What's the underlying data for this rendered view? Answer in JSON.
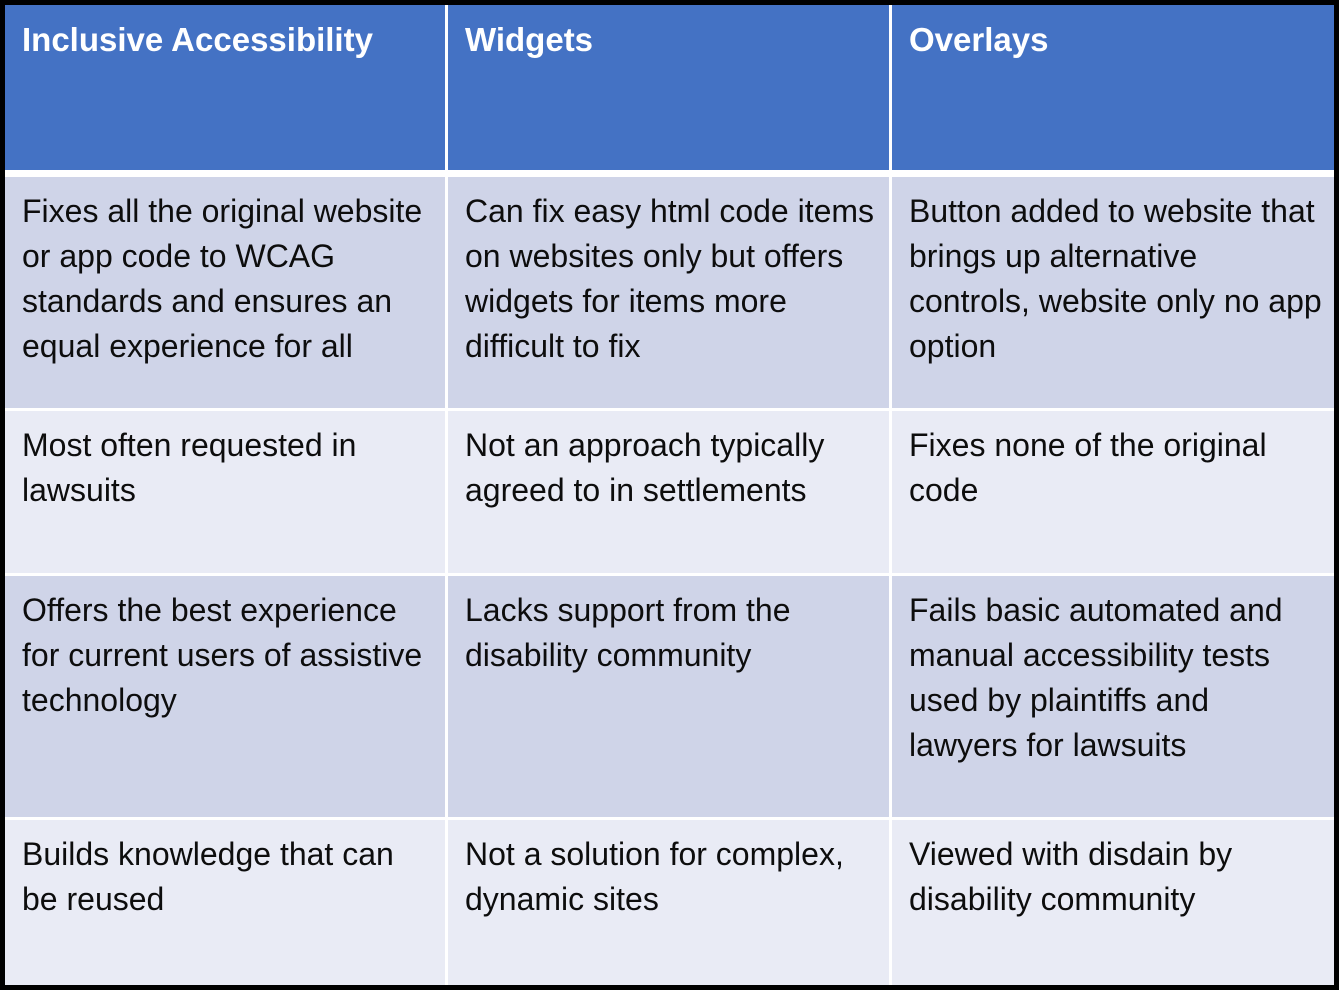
{
  "table": {
    "columns": [
      {
        "header": "Inclusive Accessibility"
      },
      {
        "header": "Widgets"
      },
      {
        "header": "Overlays"
      }
    ],
    "rows": [
      {
        "cells": [
          "Fixes all the original website or app code to WCAG standards and ensures an equal experience for all",
          "Can fix easy html code items on websites only but offers widgets for items more difficult to fix",
          "Button added to website that brings up alternative controls, website only no app option"
        ]
      },
      {
        "cells": [
          "Most often requested in lawsuits",
          "Not an approach typically agreed to in settlements",
          "Fixes none of the original code"
        ]
      },
      {
        "cells": [
          "Offers the best experience for current users of assistive technology",
          "Lacks support from the disability community",
          "Fails basic automated and manual accessibility tests used by plaintiffs and lawyers for lawsuits"
        ]
      },
      {
        "cells": [
          "Builds knowledge that can be reused",
          "Not a solution for complex, dynamic sites",
          "Viewed with disdain by disability community"
        ]
      }
    ]
  },
  "colors": {
    "header_bg": "#4472C4",
    "header_text": "#FFFFFF",
    "band_primary": "#CFD4E8",
    "band_secondary": "#E9EBF5",
    "body_text": "#0D0D0D",
    "border": "#000000",
    "gap": "#FFFFFF"
  }
}
